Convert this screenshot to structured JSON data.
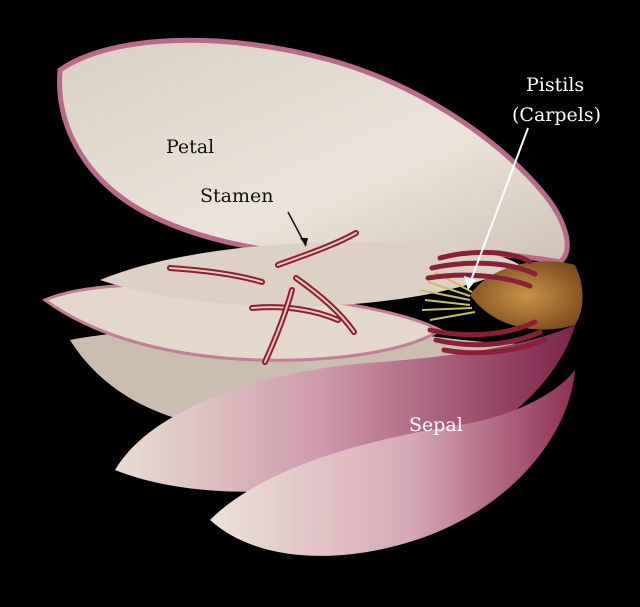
{
  "labels": {
    "petal": "Petal",
    "stamen": "Stamen",
    "sepal": "Sepal",
    "pistils": "Pistils",
    "carpels": "(Carpels)"
  },
  "colors": {
    "background": "#000000",
    "petal": "#e6dcd2",
    "petal_edge": "#a04a6a",
    "stamen": "#8a2038",
    "receptacle": "#b07a3a",
    "pistil": "#c8c060"
  }
}
